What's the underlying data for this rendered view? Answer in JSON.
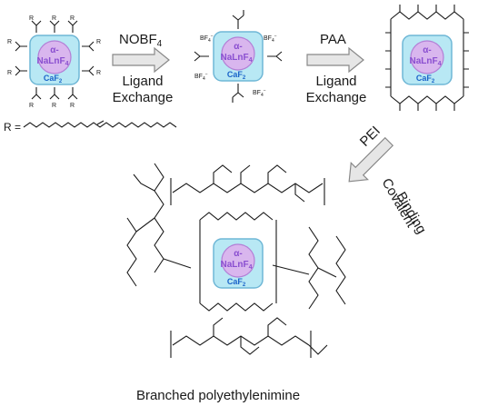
{
  "particle": {
    "core_label_line1": "α-",
    "core_label_line2": "NaLnF",
    "core_label_sub": "4",
    "shell_label": "CaF",
    "shell_label_sub": "2"
  },
  "steps": {
    "step1": {
      "reagent": "NOBF",
      "reagent_sub": "4",
      "line1": "Ligand",
      "line2": "Exchange"
    },
    "step2": {
      "reagent": "PAA",
      "line1": "Ligand",
      "line2": "Exchange"
    },
    "step3": {
      "reagent": "PEI",
      "line1": "Covalent",
      "line2": "Binding"
    }
  },
  "r_group_label": "R =",
  "bf4_label": "BF",
  "bf4_sub": "4",
  "bf4_charge": "−",
  "bottom_caption": "Branched polyethylenimine",
  "colors": {
    "shell_fill": "#b8e8f4",
    "shell_stroke": "#6fb7d6",
    "core_fill": "#d9b6ee",
    "core_stroke": "#b37fd6",
    "arrow_fill": "#e6e6e6",
    "arrow_stroke": "#888888"
  }
}
